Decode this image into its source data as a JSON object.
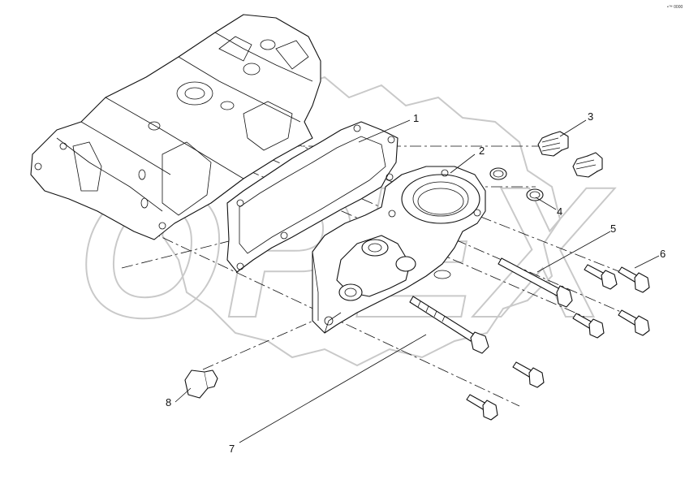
{
  "diagram": {
    "callouts": [
      {
        "id": "c1",
        "label": "1"
      },
      {
        "id": "c2",
        "label": "2"
      },
      {
        "id": "c3",
        "label": "3"
      },
      {
        "id": "c4",
        "label": "4"
      },
      {
        "id": "c5",
        "label": "5"
      },
      {
        "id": "c6",
        "label": "6"
      },
      {
        "id": "c7",
        "label": "7"
      },
      {
        "id": "c8",
        "label": "8"
      }
    ],
    "corner_note": "•™ 0000",
    "watermark": "OPEX"
  },
  "colors": {
    "line": "#111111",
    "watermark": "#c9c9c9",
    "background": "#ffffff"
  }
}
